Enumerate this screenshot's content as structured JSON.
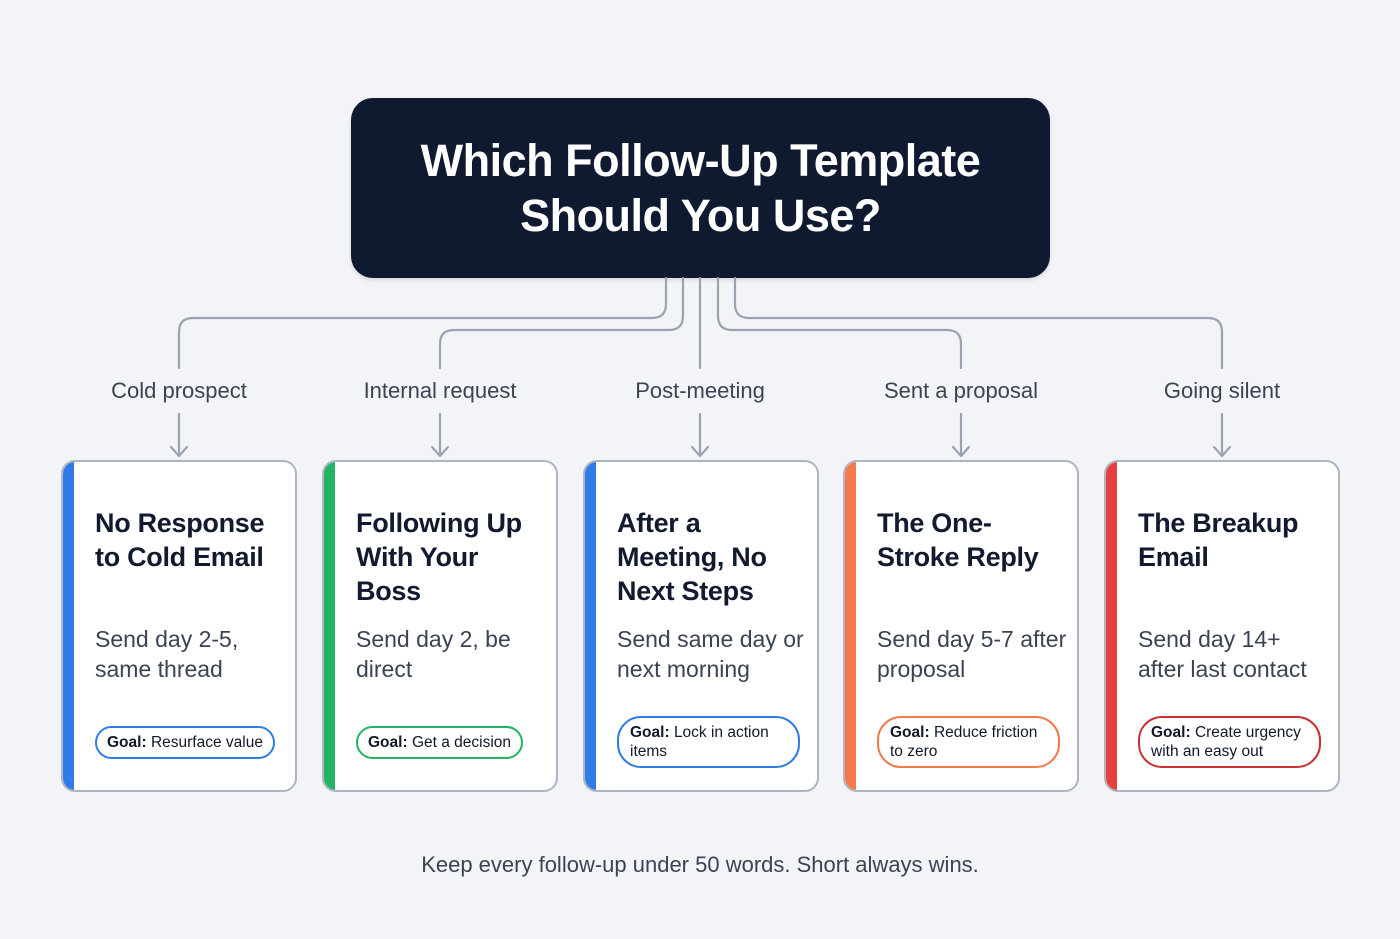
{
  "header": {
    "title_line_1": "Which Follow-Up Template",
    "title_line_2": "Should You Use?"
  },
  "colors": {
    "title_bg": "#0f1a30",
    "connector": "#9aa3b2",
    "blue": "#2f7be8",
    "green": "#22b463",
    "orange": "#f5794a",
    "red": "#e5403f"
  },
  "branches": [
    {
      "condition": "Cold prospect",
      "title": "No Response to Cold Email",
      "timing": "Send day 2-5, same thread",
      "goal_label": "Goal:",
      "goal_text": "Resurface value",
      "accent": "blue"
    },
    {
      "condition": "Internal request",
      "title": "Following Up With Your Boss",
      "timing": "Send day 2, be direct",
      "goal_label": "Goal:",
      "goal_text": "Get a decision",
      "accent": "green"
    },
    {
      "condition": "Post-meeting",
      "title": "After a Meeting, No Next Steps",
      "timing": "Send same day or next morning",
      "goal_label": "Goal:",
      "goal_text": "Lock in action items",
      "accent": "blue"
    },
    {
      "condition": "Sent a proposal",
      "title": "The One-Stroke Reply",
      "timing": "Send day 5-7 after proposal",
      "goal_label": "Goal:",
      "goal_text": "Reduce friction to zero",
      "accent": "orange"
    },
    {
      "condition": "Going silent",
      "title": "The Breakup Email",
      "timing": "Send day 14+ after last contact",
      "goal_label": "Goal:",
      "goal_text": "Create urgency with an easy out",
      "accent": "red"
    }
  ],
  "footer": {
    "note": "Keep every follow-up under 50 words. Short always wins."
  }
}
